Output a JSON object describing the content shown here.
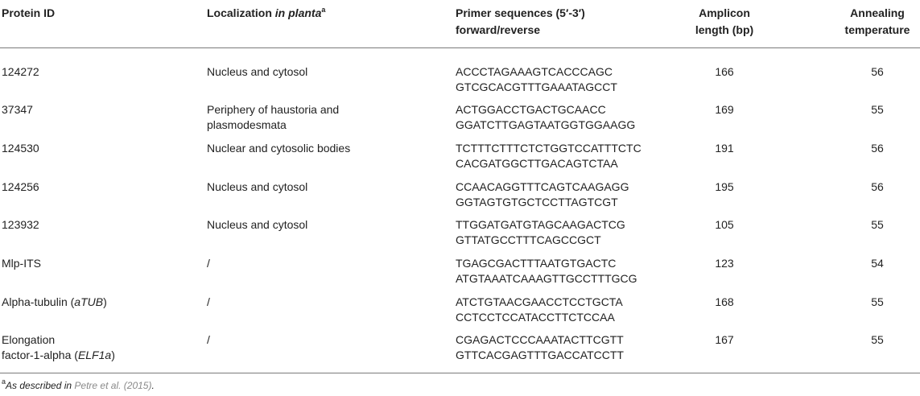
{
  "headers": {
    "protein_id": "Protein ID",
    "localization_prefix": "Localization ",
    "localization_italic": "in planta",
    "localization_sup": "a",
    "primer_line1": "Primer sequences (5′-3′)",
    "primer_line2": "forward/reverse",
    "amplicon_line1": "Amplicon",
    "amplicon_line2": "length (bp)",
    "annealing_line1": "Annealing",
    "annealing_line2": "temperature"
  },
  "rows": [
    {
      "id_line1": "124272",
      "loc_line1": "Nucleus and cytosol",
      "fwd": "ACCCTAGAAAGTCACCCAGC",
      "rev": "GTCGCACGTTTGAAATAGCCT",
      "amplicon": "166",
      "temp": "56"
    },
    {
      "id_line1": "37347",
      "loc_line1": "Periphery of haustoria and",
      "loc_line2": "plasmodesmata",
      "fwd": "ACTGGACCTGACTGCAACC",
      "rev": "GGATCTTGAGTAATGGTGGAAGG",
      "amplicon": "169",
      "temp": "55"
    },
    {
      "id_line1": "124530",
      "loc_line1": "Nuclear and cytosolic bodies",
      "fwd": "TCTTTCTTTCTCTGGTCCATTTCTC",
      "rev": "CACGATGGCTTGACAGTCTAA",
      "amplicon": "191",
      "temp": "56"
    },
    {
      "id_line1": "124256",
      "loc_line1": "Nucleus and cytosol",
      "fwd": "CCAACAGGTTTCAGTCAAGAGG",
      "rev": "GGTAGTGTGCTCCTTAGTCGT",
      "amplicon": "195",
      "temp": "56"
    },
    {
      "id_line1": "123932",
      "loc_line1": "Nucleus and cytosol",
      "fwd": "TTGGATGATGTAGCAAGACTCG",
      "rev": "GTTATGCCTTTCAGCCGCT",
      "amplicon": "105",
      "temp": "55"
    },
    {
      "id_line1": "Mlp-ITS",
      "loc_line1": "/",
      "fwd": "TGAGCGACTTTAATGTGACTC",
      "rev": "ATGTAAATCAAAGTTGCCTTTGCG",
      "amplicon": "123",
      "temp": "54"
    },
    {
      "id_line1": "Alpha-tubulin (",
      "id_italic": "aTUB",
      "id_suffix": ")",
      "loc_line1": "/",
      "fwd": "ATCTGTAACGAACCTCCTGCTA",
      "rev": "CCTCCTCCATACCTTCTCCAA",
      "amplicon": "168",
      "temp": "55"
    },
    {
      "id_line1": "Elongation",
      "id_line2": "factor-1-alpha (",
      "id_italic": "ELF1a",
      "id_suffix": ")",
      "loc_line1": "/",
      "fwd": "CGAGACTCCCAAATACTTCGTT",
      "rev": "GTTCACGAGTTTGACCATCCTT",
      "amplicon": "167",
      "temp": "55"
    }
  ],
  "footnote": {
    "sup": "a",
    "text": "As described in ",
    "ref": "Petre et al. (2015)",
    "end": "."
  }
}
